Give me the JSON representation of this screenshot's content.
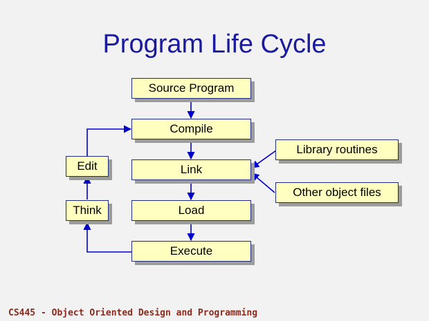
{
  "title": "Program Life Cycle",
  "boxes": {
    "source_program": "Source Program",
    "compile": "Compile",
    "link": "Link",
    "load": "Load",
    "execute": "Execute",
    "edit": "Edit",
    "think": "Think",
    "library_routines": "Library routines",
    "other_object_files": "Other object files"
  },
  "footer": "CS445 - Object Oriented Design and Programming",
  "colors": {
    "title": "#1a1a9c",
    "box_fill": "#ffffc0",
    "box_border": "#1f2a78",
    "arrow": "#0000cc",
    "footer": "#8a2b1d"
  }
}
